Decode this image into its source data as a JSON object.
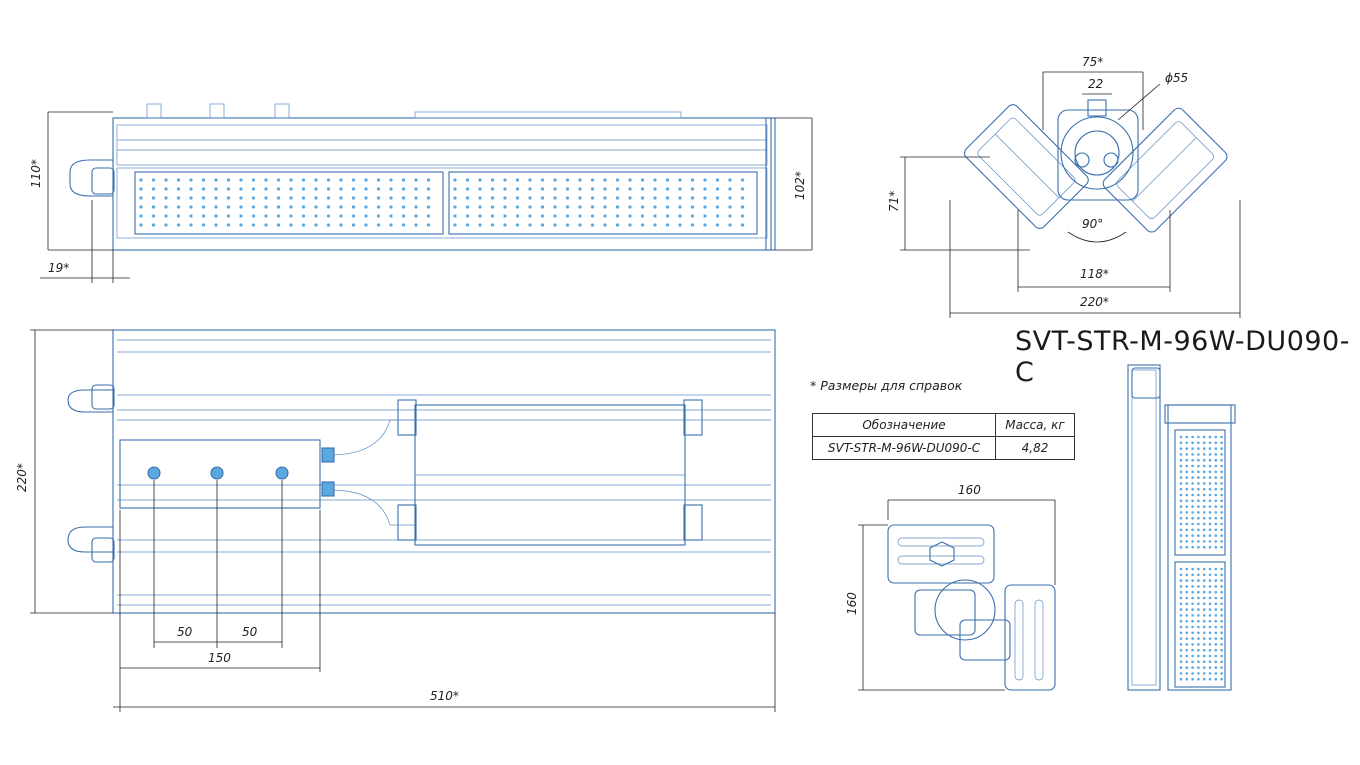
{
  "model_title": "SVT-STR-M-96W-DU090-C",
  "note": "* Размеры для справок",
  "spec_table": {
    "headers": [
      "Обозначение",
      "Масса, кг"
    ],
    "rows": [
      [
        "SVT-STR-M-96W-DU090-C",
        "4,82"
      ]
    ]
  },
  "dimensions": {
    "side_height": "110*",
    "side_height_inner": "102*",
    "connector_offset": "19*",
    "end_top_width": "75*",
    "end_mount_spacing": "22",
    "end_hole_dia": "ϕ55",
    "end_height": "71*",
    "end_angle": "90°",
    "end_inner_width": "118*",
    "end_total_width": "220*",
    "plan_width": "220*",
    "plan_length": "510*",
    "hole_spacing_1": "50",
    "hole_spacing_2": "50",
    "hole_span": "150",
    "bracket_width": "160",
    "bracket_height": "160"
  },
  "colors": {
    "line": "#3a6fae",
    "thin": "#5b8dc4",
    "led": "#5aa8e0",
    "dimension": "#222222"
  }
}
